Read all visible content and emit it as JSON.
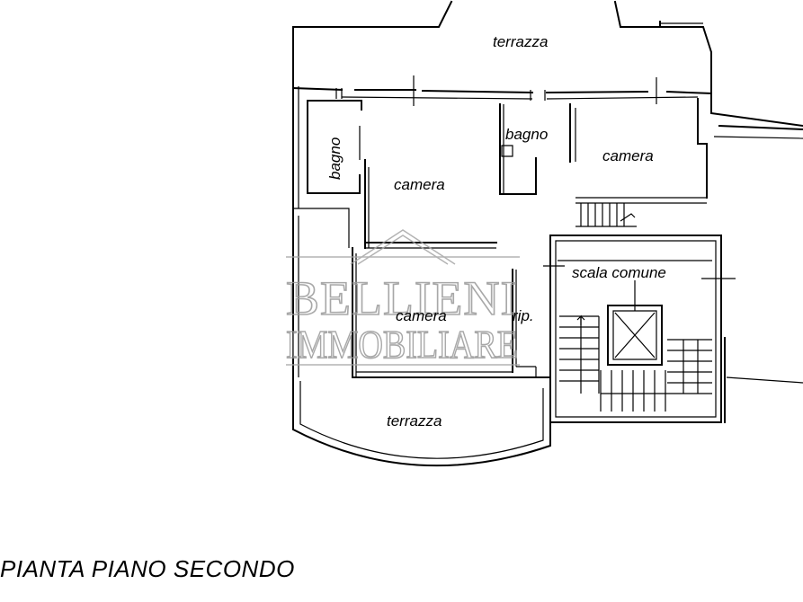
{
  "plan": {
    "rooms": {
      "terrace_top": "terrazza",
      "bath_left": "bagno",
      "bath_center": "bagno",
      "bedroom_center": "camera",
      "bedroom_right": "camera",
      "stairs": "scala comune",
      "bedroom_lower": "camera",
      "storage": "rip.",
      "terrace_bottom": "terrazza"
    },
    "watermark": {
      "line1": "BELLIENI",
      "line2": "IMMOBILIARE"
    }
  },
  "footer": {
    "title": "PIANTA PIANO SECONDO"
  }
}
